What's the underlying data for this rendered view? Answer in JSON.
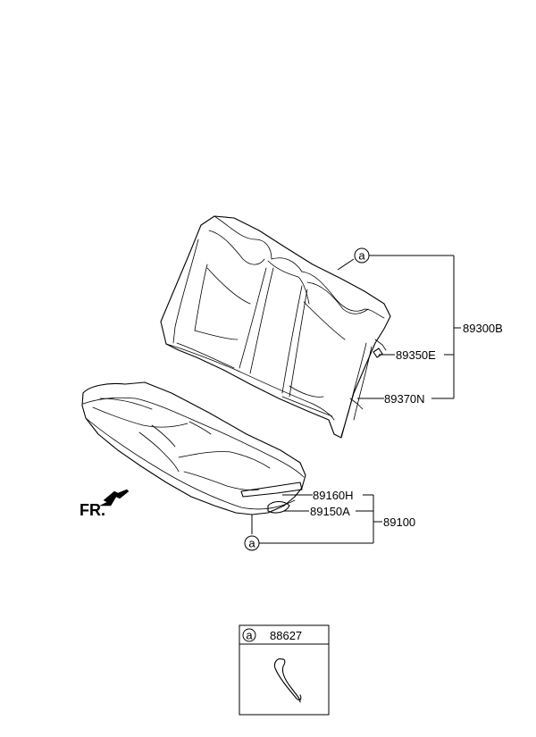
{
  "callouts": {
    "seatback_assembly": "89300B",
    "seatback_panel_a": "89350E",
    "seatback_panel_b": "89370N",
    "cushion_panel_a": "89160H",
    "cushion_panel_b": "89150A",
    "cushion_assembly": "89100"
  },
  "ref_marker": "a",
  "direction_label": "FR.",
  "detail_box": {
    "marker": "a",
    "part_number": "88627"
  }
}
